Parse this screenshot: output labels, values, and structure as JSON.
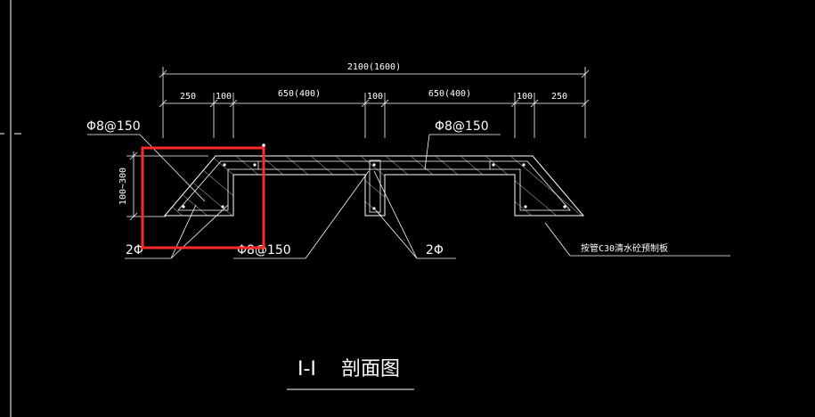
{
  "dimensions": {
    "overall": "2100(1600)",
    "segments": [
      "250",
      "100",
      "650(400)",
      "100",
      "650(400)",
      "100",
      "250"
    ],
    "height": "100~300"
  },
  "labels": {
    "rebar_top_left": "Φ8@150",
    "rebar_top_mid": "Φ8@150",
    "rebar_bottom_left": "2Φ",
    "rebar_bottom_mid": "Φ8@150",
    "rebar_bottom_right": "2Φ",
    "concrete_note": "按管C30清水砼预制板"
  },
  "title": {
    "section_label": "I-I",
    "section_name": "剖面图"
  },
  "colors": {
    "background": "#000000",
    "linework": "#ffffff",
    "highlight_box": "#ff2a2a"
  }
}
